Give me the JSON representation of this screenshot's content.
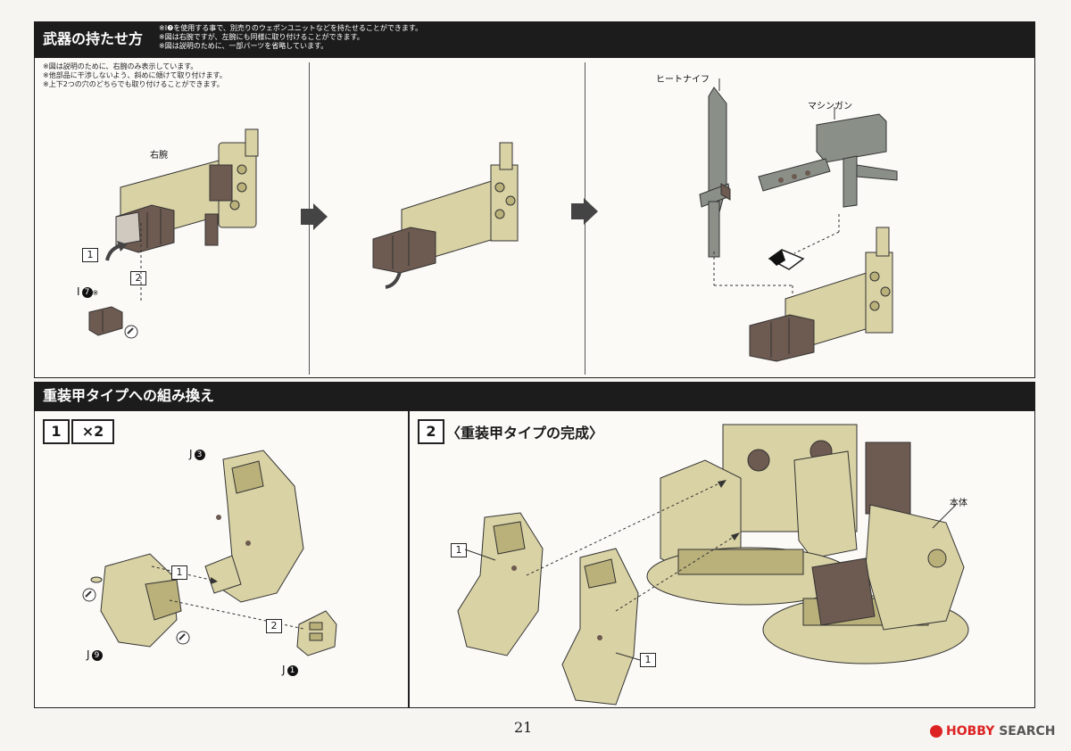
{
  "section1": {
    "title": "武器の持たせ方",
    "notes": [
      "※I❼を使用する事で、別売りのウェポンユニットなどを持たせることができます。",
      "※図は右腕ですが、左腕にも同様に取り付けることができます。",
      "※図は説明のために、一部パーツを省略しています。"
    ],
    "left_notes": [
      "※図は説明のために、右腕のみ表示しています。",
      "※他部品に干渉しないよう、斜めに傾けて取り付けます。",
      "※上下2つの穴のどちらでも取り付けることができます。"
    ],
    "label_right_arm": "右腕",
    "step1": "1",
    "step2": "2",
    "part_i7": "I",
    "part_i7_num": "7",
    "part_i7_note": "※",
    "label_heat_knife": "ヒートナイフ",
    "label_machine_gun": "マシンガン"
  },
  "section2": {
    "title": "重装甲タイプへの組み換え",
    "step1_num": "1",
    "step1_mult": "×2",
    "step2_num": "2",
    "step2_title": "〈重装甲タイプの完成〉",
    "part_j3": "J",
    "part_j3_num": "3",
    "part_j9": "J",
    "part_j9_num": "9",
    "part_j1": "J",
    "part_j1_num": "1",
    "sub1": "1",
    "sub2": "2",
    "label_body": "本体",
    "callout1": "1",
    "callout2": "1"
  },
  "footer": {
    "page": "21",
    "watermark_a": "HOBBY",
    "watermark_b": "SEARCH"
  },
  "colors": {
    "tan": "#d9d2a4",
    "tan_dark": "#b9b07a",
    "brown": "#6d5a50",
    "gray_weapon": "#8a9088",
    "bar": "#1c1c1c"
  }
}
